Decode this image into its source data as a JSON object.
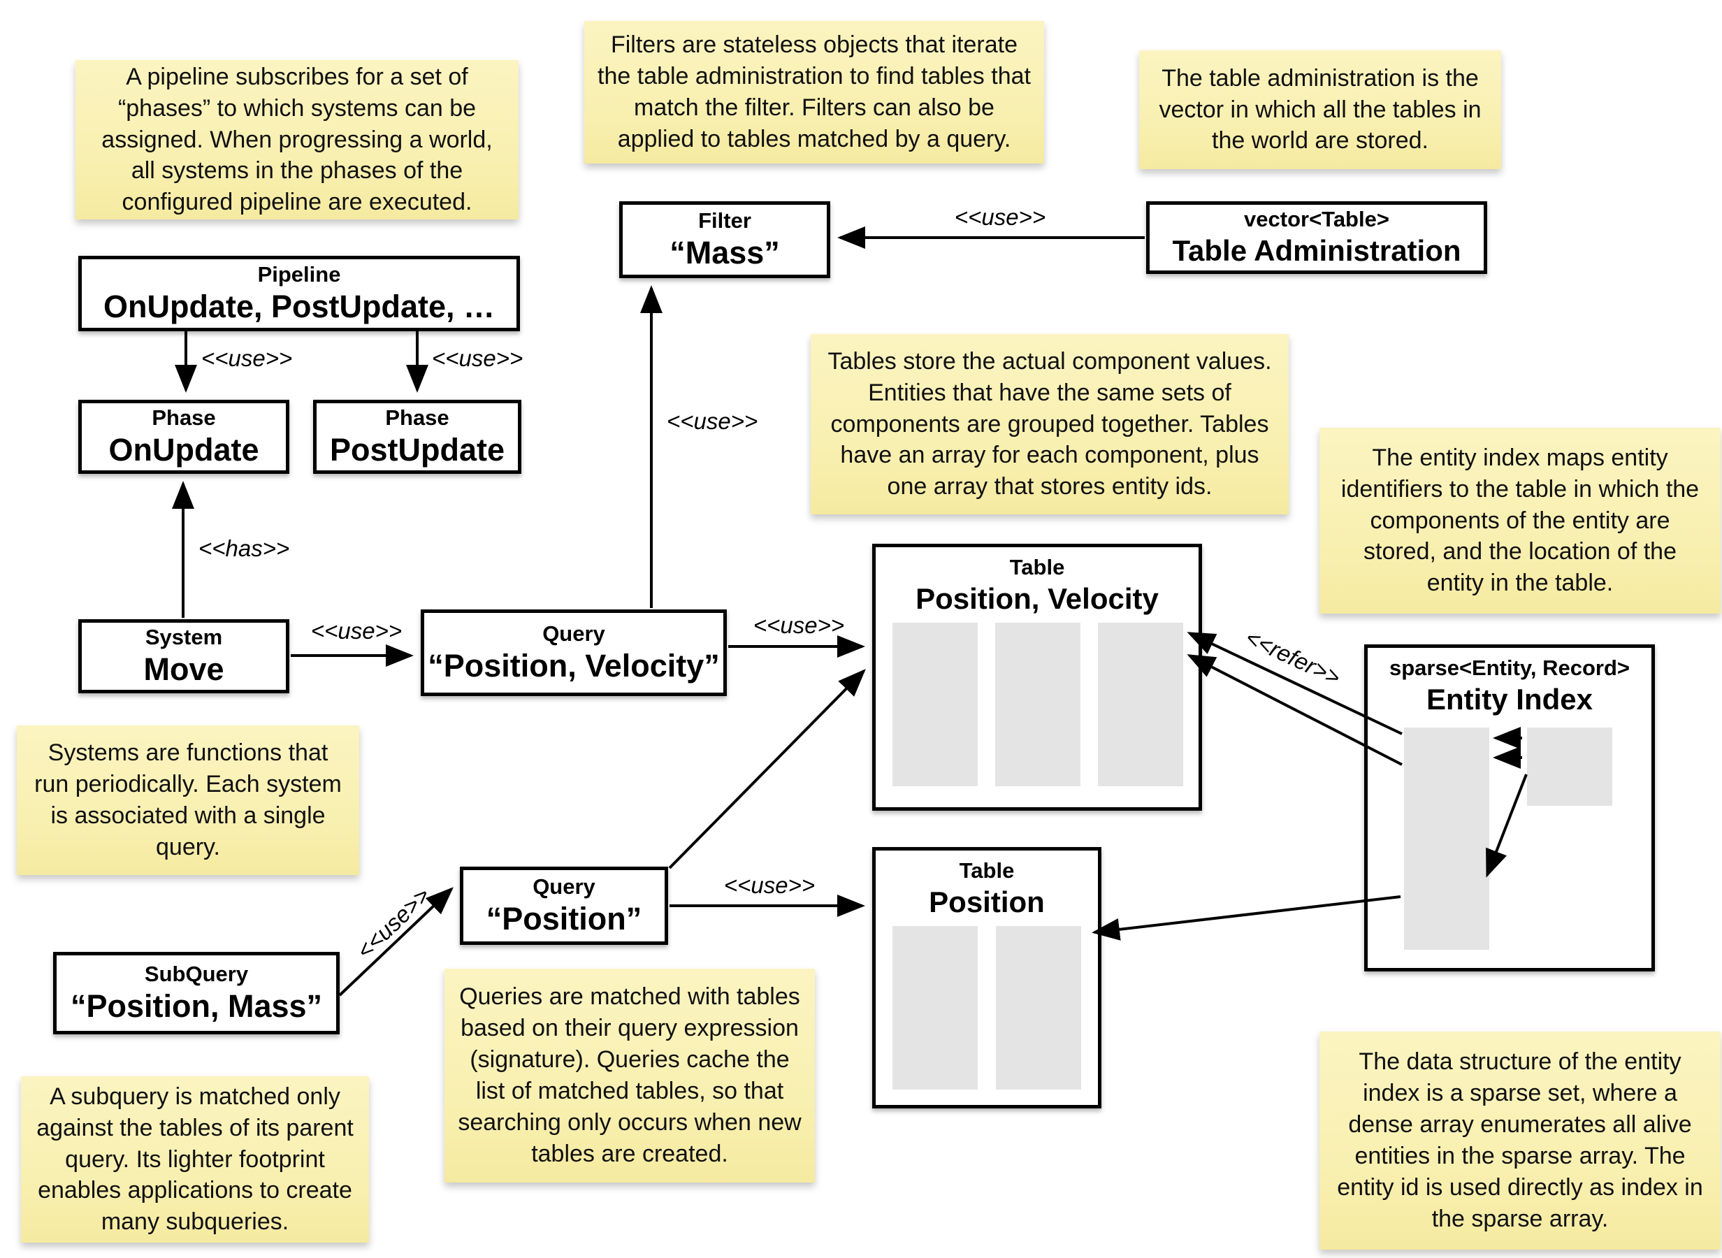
{
  "diagram_title": "ECS storage and query architecture diagram",
  "colors": {
    "note_bg_top": "#fbf4c1",
    "note_bg_bottom": "#f5eaa0",
    "box_bg": "#ffffff",
    "box_border": "#000000",
    "array_fill": "#e4e4e4",
    "arrow": "#000000"
  },
  "labels": {
    "use": "<<use>>",
    "has": "<<has>>",
    "refer": "<<refer>>"
  },
  "notes": {
    "pipeline": "A pipeline subscribes for a set of “phases” to which systems can be assigned. When progressing a world, all systems in the phases of the configured pipeline are executed.",
    "filters": "Filters are stateless objects that iterate the table administration to find tables that match the filter. Filters can also be applied to tables matched by a query.",
    "table_admin": "The table administration is the vector in which all the tables in the world are stored.",
    "tables": "Tables store the actual component values. Entities that have the same sets of components are grouped together. Tables have an array for each component, plus one array that stores entity ids.",
    "entity_index": "The entity index maps entity identifiers to the table in which the components of the entity are stored, and the location of the entity in the table.",
    "systems": "Systems are functions that run periodically. Each system is associated with a single query.",
    "queries": "Queries are matched with tables based on their query expression (signature). Queries cache the list of matched tables, so that searching only occurs when new tables are created.",
    "subquery": "A subquery is matched only against the tables of its parent query. Its lighter footprint enables applications to create many subqueries.",
    "sparse_set": "The data structure of the entity index is a sparse set, where a dense array enumerates all alive entities in the sparse array. The entity id is used directly as index in the sparse array."
  },
  "boxes": {
    "pipeline": {
      "type": "Pipeline",
      "name": "OnUpdate, PostUpdate, …"
    },
    "phase_onupdate": {
      "type": "Phase",
      "name": "OnUpdate"
    },
    "phase_postupdate": {
      "type": "Phase",
      "name": "PostUpdate"
    },
    "system_move": {
      "type": "System",
      "name": "Move"
    },
    "query_pv": {
      "type": "Query",
      "name": "“Position, Velocity”"
    },
    "filter_mass": {
      "type": "Filter",
      "name": "“Mass”"
    },
    "table_admin": {
      "type": "vector<Table>",
      "name": "Table Administration"
    },
    "table_pv": {
      "type": "Table",
      "name": "Position, Velocity"
    },
    "table_pos": {
      "type": "Table",
      "name": "Position"
    },
    "entity_index": {
      "type": "sparse<Entity, Record>",
      "name": "Entity Index"
    },
    "subquery": {
      "type": "SubQuery",
      "name": "“Position, Mass”"
    },
    "query_pos": {
      "type": "Query",
      "name": "“Position”"
    }
  }
}
